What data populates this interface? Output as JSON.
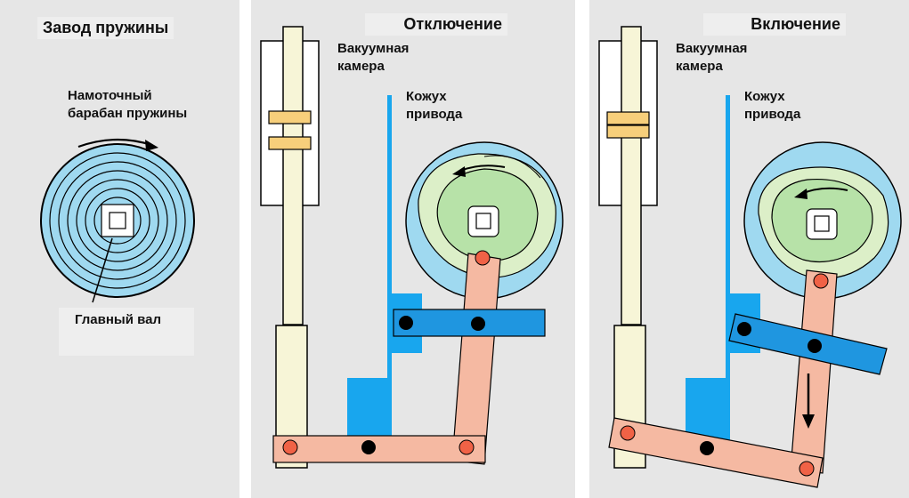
{
  "panels": {
    "spring": {
      "title": "Завод пружины",
      "drum_label": "Намоточный\nбарабан пружины",
      "shaft_label": "Главный вал"
    },
    "off": {
      "title": "Отключение",
      "vacuum_label": "Вакуумная\nкамера",
      "housing_label": "Кожух\nпривода"
    },
    "on": {
      "title": "Включение",
      "vacuum_label": "Вакуумная\nкамера",
      "housing_label": "Кожух\nпривода"
    }
  },
  "colors": {
    "background": "#e6e6e6",
    "spring_blue": "#9fd9f0",
    "cam_green": "#b7e2a8",
    "link_salmon": "#f5b9a2",
    "lever_blue": "#1f96e0",
    "housing_blue": "#18a6ee",
    "pin_red": "#f06246",
    "contact_orange": "#f7cf7b",
    "rod_cream": "#f7f5d7"
  }
}
